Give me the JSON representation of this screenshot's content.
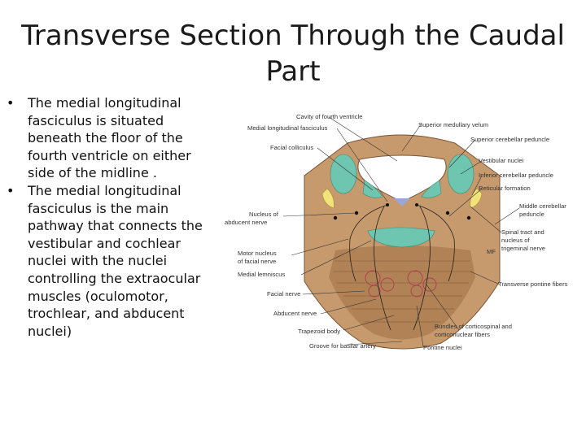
{
  "slide": {
    "title": "Transverse Section Through the Caudal Part",
    "bullets": [
      "The medial longitudinal fasciculus is situated beneath the floor of the fourth ventricle on either side of the midline .",
      "The medial longitudinal fasciculus is the main pathway that connects the vestibular and cochlear nuclei with the nuclei controlling the extraocular muscles (oculomotor, trochlear, and abducent nuclei)"
    ]
  },
  "diagram": {
    "labels": {
      "cavity": "Cavity of fourth ventricle",
      "mlf": "Medial longitudinal fasciculus",
      "facial_colliculus": "Facial colliculus",
      "nucleus_abducent_1": "Nucleus of",
      "nucleus_abducent_2": "abducent nerve",
      "motor_nucleus_1": "Motor nucleus",
      "motor_nucleus_2": "of facial nerve",
      "medial_lemniscus": "Medial lemniscus",
      "facial_nerve": "Facial nerve",
      "abducent_nerve": "Abducent nerve",
      "trapezoid": "Trapezoid body",
      "groove": "Groove for basilar artery",
      "superior_medullary_velum": "Superior medullary velum",
      "superior_cerebellar_peduncle": "Superior cerebellar peduncle",
      "vestibular_nuclei": "Vestibular nuclei",
      "inferior_cerebellar_peduncle": "Inferior cerebellar peduncle",
      "reticular_formation": "Reticular formation",
      "middle_cp_1": "Middle cerebellar",
      "middle_cp_2": "peduncle",
      "spinal_tract_1": "Spinal tract and",
      "spinal_tract_2": "nucleus of",
      "spinal_tract_3": "trigeminal nerve",
      "transverse_fibers": "Transverse pontine fibers",
      "bundles_1": "Bundles of corticospinal and",
      "bundles_2": "corticonuclear fibers",
      "pontine_nuclei": "Pontine nuclei",
      "mf": "MF"
    },
    "colors": {
      "tissue": "#c69a6c",
      "tissue_dark": "#a8794d",
      "teal": "#6fc6b0",
      "yellow": "#f2e27a",
      "ventricle": "#ffffff",
      "floor": "#9aa6d6"
    }
  }
}
